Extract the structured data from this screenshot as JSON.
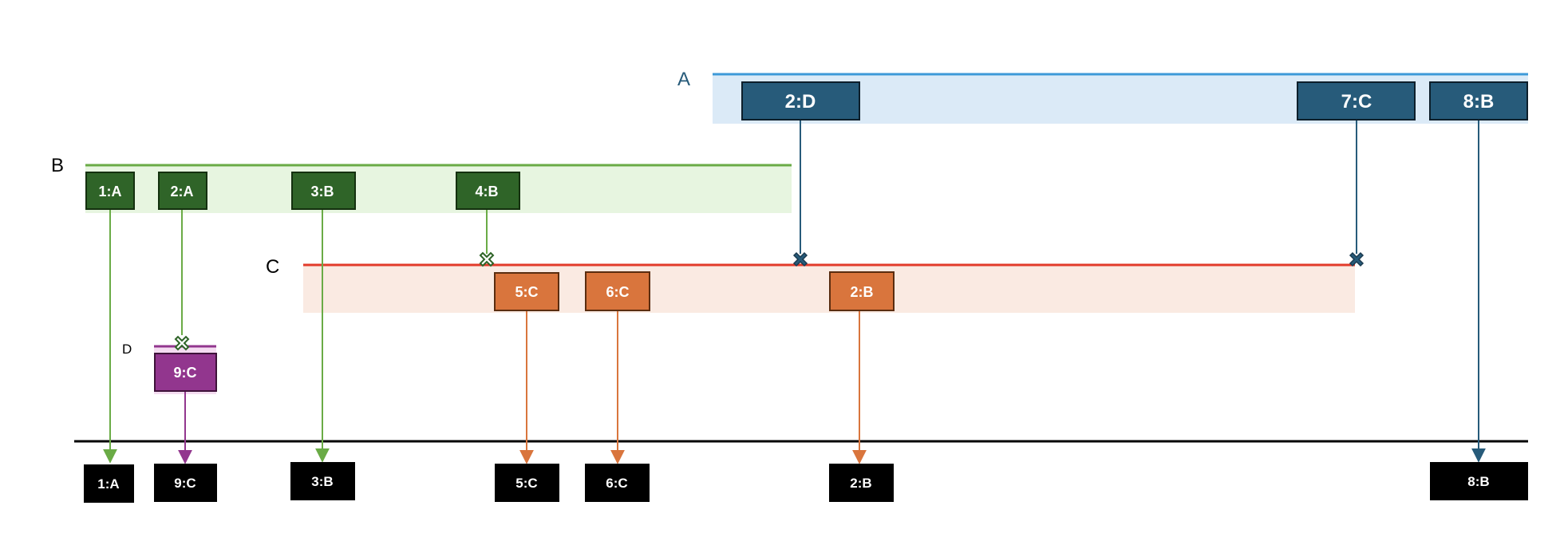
{
  "colors": {
    "A": {
      "line": "#3d9ad8",
      "fill": "#dbeaf7",
      "box": "#275b7a",
      "arrow": "#275b7a"
    },
    "B": {
      "line": "#6aab46",
      "fill": "#e7f5e0",
      "box": "#2f6428",
      "arrow": "#6aab46"
    },
    "C": {
      "line": "#e23b2a",
      "fill": "#faeae2",
      "box": "#d9753d",
      "arrow": "#d9753d"
    },
    "D": {
      "line": "#92368e",
      "fill": "#f4dcf1",
      "box": "#92368e",
      "arrow": "#92368e"
    },
    "output": "#000000",
    "baseline": "#000000"
  },
  "groups": {
    "A": {
      "label": "A"
    },
    "B": {
      "label": "B"
    },
    "C": {
      "label": "C"
    },
    "D": {
      "label": "D"
    }
  },
  "blocks": {
    "A": [
      "2:D",
      "7:C",
      "8:B"
    ],
    "B": [
      "1:A",
      "2:A",
      "3:B",
      "4:B"
    ],
    "C": [
      "5:C",
      "6:C",
      "2:B"
    ],
    "D": [
      "9:C"
    ]
  },
  "outputs": [
    "1:A",
    "9:C",
    "3:B",
    "5:C",
    "6:C",
    "2:B",
    "8:B"
  ],
  "markers": {
    "shape": "x-mark"
  }
}
